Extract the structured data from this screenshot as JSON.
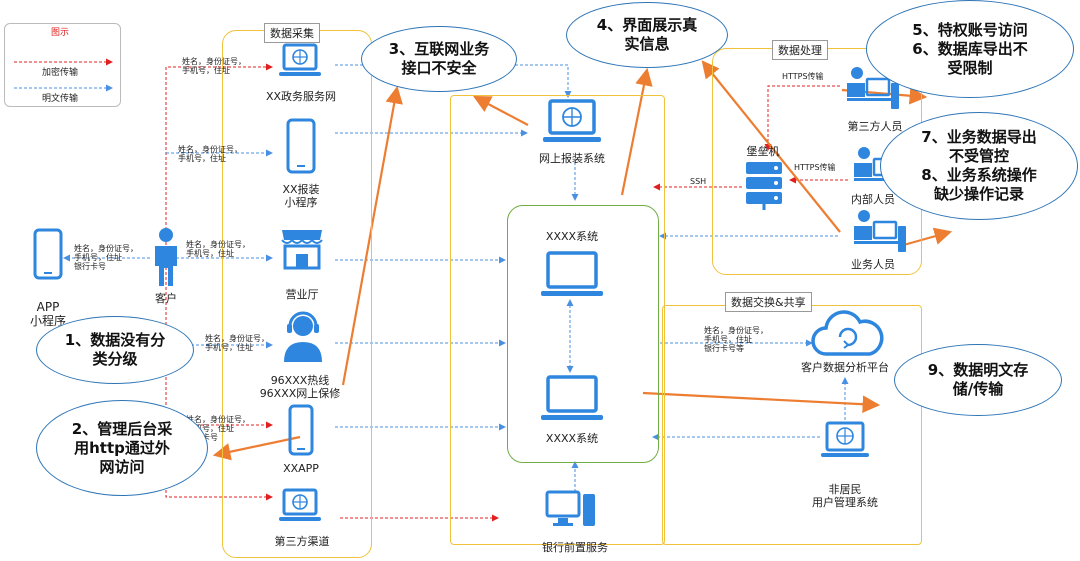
{
  "colors": {
    "icon": "#2e86de",
    "encrypted": "#e02020",
    "plain": "#4a90e2",
    "risk_arrow": "#ed7d31",
    "group_border": "#f0c23c",
    "ellipse_border": "#2e75b6",
    "inner_box": "#70ad47"
  },
  "legend": {
    "title": "图示",
    "encrypted": "加密传输",
    "plain": "明文传输"
  },
  "groups": {
    "collection": "数据采集",
    "processing": "数据处理",
    "exchange": "数据交换&共享"
  },
  "nodes": {
    "app": "APP\n小程序",
    "customer": "客户",
    "gov": "XX政务服务网",
    "miniapp": "XX报装\n小程序",
    "hall": "营业厅",
    "hotline": "96XXX热线\n96XXX网上保修",
    "xxapp": "XXAPP",
    "third_channel": "第三方渠道",
    "online_system": "网上报装系统",
    "system_top": "XXXX系统",
    "system_bottom": "XXXX系统",
    "bank": "银行前置服务",
    "bastion": "堡垒机",
    "third_staff": "第三方人员",
    "internal_staff": "内部人员",
    "business_staff": "业务人员",
    "cloud": "客户数据分析平台",
    "nonresident": "非居民\n用户管理系统"
  },
  "flow_labels": {
    "pii_addr": "姓名，身份证号，\n手机号，住址",
    "pii_card": "姓名，身份证号，\n手机号，住址\n银行卡号",
    "pii_card_etc": "姓名，身份证号，\n手机号，住址\n银行卡号等",
    "https": "HTTPS传输",
    "ssh": "SSH"
  },
  "risks": {
    "r1": "1、数据没有分\n类分级",
    "r2": "2、管理后台采\n用http通过外\n网访问",
    "r3": "3、互联网业务\n接口不安全",
    "r4": "4、界面展示真\n实信息",
    "r5": "5、特权账号访问\n6、数据库导出不\n受限制",
    "r7": "7、业务数据导出\n不受管控\n8、业务系统操作\n缺少操作记录",
    "r9": "9、数据明文存\n储/传输"
  }
}
